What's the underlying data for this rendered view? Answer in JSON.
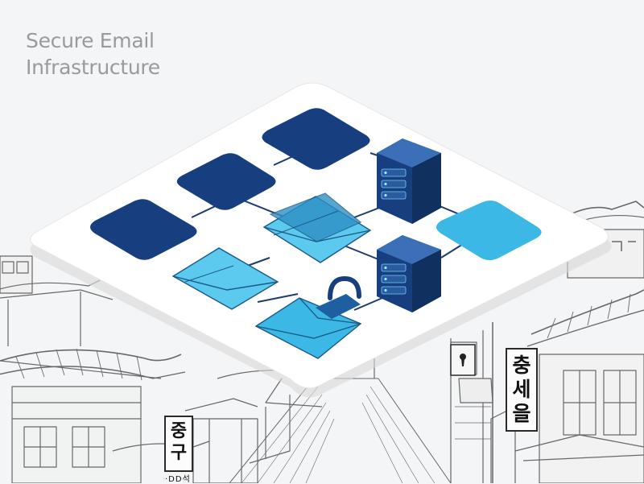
{
  "title": {
    "line1": "Secure Email",
    "line2": "Infrastructure"
  },
  "signs": {
    "right_chars": [
      "충",
      "세",
      "을"
    ],
    "left_chars": [
      "중",
      "구"
    ],
    "left_sub": "·DD석"
  },
  "colors": {
    "navy": "#173f80",
    "navy_dark": "#10305f",
    "cyan": "#3cb8e6",
    "cyan_light": "#5cc9ef",
    "platform": "#ffffff",
    "sketch_line": "#3a3a3a",
    "title_gray": "#9a9a9a"
  },
  "icons": [
    "navy-tile-icon",
    "cyan-tile-icon",
    "envelope-icon",
    "locked-envelope-icon",
    "server-rack-icon",
    "keyhole-icon"
  ]
}
